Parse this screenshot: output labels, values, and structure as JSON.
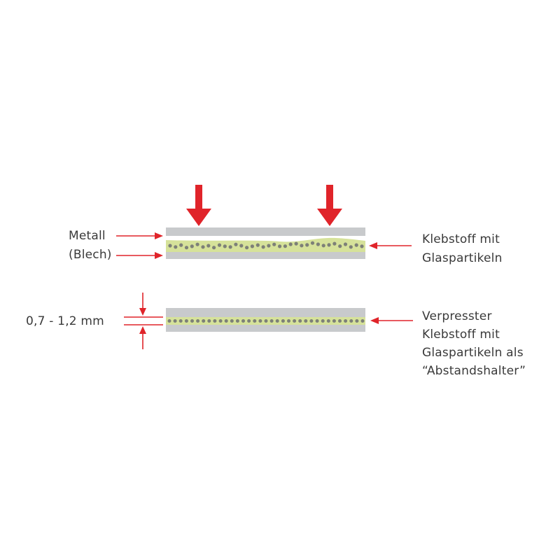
{
  "labels": {
    "metal_line1": "Metall",
    "metal_line2": "(Blech)",
    "adhesive_top_line1": "Klebstoff mit",
    "adhesive_top_line2": "Glaspartikeln",
    "gap": "0,7 - 1,2 mm",
    "pressed_line1": "Verpresster",
    "pressed_line2": "Klebstoff mit",
    "pressed_line3": "Glaspartikeln als",
    "pressed_line4": "“Abstandshalter”"
  },
  "colors": {
    "arrow": "#e0242a",
    "metal": "#c8cacc",
    "adhesive": "#d6e29a",
    "particle": "#7d8078",
    "text": "#3a3a3a"
  }
}
